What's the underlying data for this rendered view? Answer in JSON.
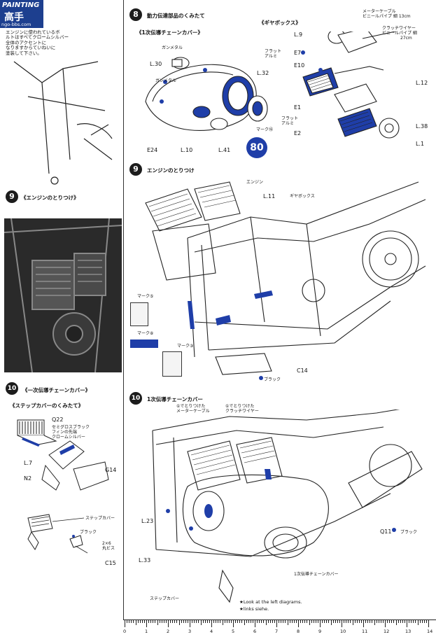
{
  "logo": {
    "text": "PAINTING",
    "chinese": "高手",
    "site": "ngo-bbs.com"
  },
  "top_left_note": [
    "エンジンに使われているボ",
    "ルトはすべてクロームシルバー",
    "全体のアクセントに",
    "なりますからていねいに",
    "塗装して下さい。"
  ],
  "step8": {
    "num": "8",
    "title": "動力伝達部品のくみたて",
    "sub_left": "《1次伝導チェーンカバー》",
    "sub_right": "《ギヤボックス》",
    "meter_cable": "メーターケーブル",
    "vinyl_pipe_1": "ビニールパイプ 細 13cm",
    "clutch_wire": "クラッチワイヤー",
    "vinyl_pipe_2": "ビニールパイプ 細",
    "vinyl_len": "27cm",
    "gunmetal_1": "ガンメタル",
    "gunmetal_2": "ガンメタル",
    "flat_alumi_1": "フラット アルミ",
    "flat_alumi_2": "フラット アルミ",
    "mark": "マーク⑯",
    "badge": "80",
    "parts": [
      "L.30",
      "L.32",
      "E24",
      "L.10",
      "L.41",
      "L.9",
      "E7",
      "E10",
      "L.12",
      "E1",
      "E2",
      "L.38",
      "L.1"
    ]
  },
  "step9": {
    "num": "9",
    "title": "エンジンのとりつけ",
    "engine": "エンジン",
    "gearbox": "ギヤボックス",
    "l11": "L.11",
    "mark5": "マーク⑤",
    "mark8": "マーク⑧",
    "mark3": "マーク③",
    "c14": "C14",
    "black": "ブラック"
  },
  "left9": {
    "num": "9",
    "title": "《エンジンのとりつけ》"
  },
  "left10": {
    "num": "10",
    "title": "《一次伝導チェーンカバー》",
    "sub": "《ステップカバーのくみたて》",
    "semi": [
      "セミグロスブラック",
      "フィンの先端",
      "クロームシルバー"
    ],
    "parts": [
      "Q22",
      "L.7",
      "N2",
      "G14",
      "C15"
    ],
    "step_cover": "ステップカバー",
    "black": "ブラック",
    "screw": [
      "2×6",
      "丸ビス"
    ]
  },
  "step10": {
    "num": "10",
    "title": "1次伝導チェーンカバー",
    "note1": [
      "①でとりつけた",
      "メーターケーブル"
    ],
    "note2": [
      "①でとりつけた",
      "クラッチワイヤー"
    ],
    "parts": [
      "L.23",
      "L.33",
      "Q11"
    ],
    "q11_color": "ブラック",
    "primary_cover": "1次伝導チェーンカバー",
    "step_cover": "ステップカバー",
    "footnote1": "★Look at the left diagrams.",
    "footnote2": "★links siehe."
  },
  "ruler": [
    "0",
    "1",
    "2",
    "3",
    "4",
    "5",
    "6",
    "7",
    "8",
    "9",
    "10",
    "11",
    "12",
    "13",
    "14"
  ]
}
